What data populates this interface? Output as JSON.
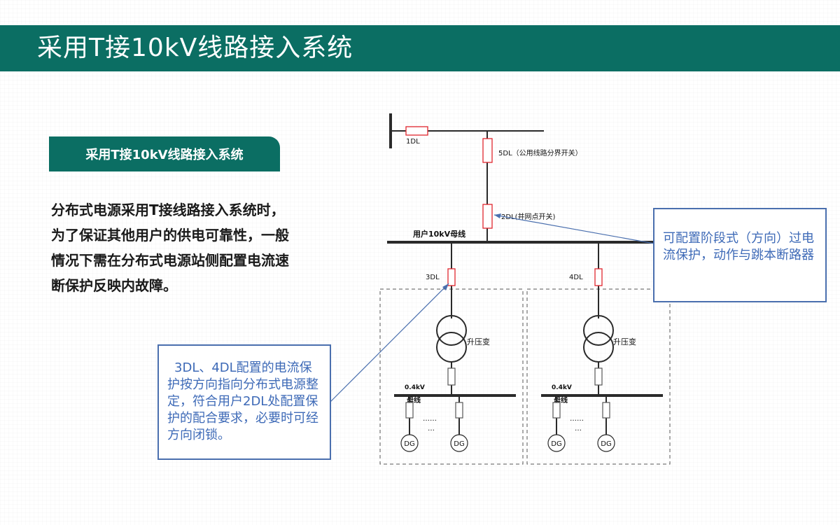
{
  "header": {
    "title": "采用T接10kV线路接入系统"
  },
  "section_tab": {
    "label": "采用T接10kV线路接入系统"
  },
  "body_text": "分布式电源采用T接线路接入系统时，为了保证其他用户的供电可靠性，一般情况下需在分布式电源站侧配置电流速断保护反映内故障。",
  "diagram": {
    "labels": {
      "breaker_1dl": "1DL",
      "breaker_5dl": "5DL（公用线路分界开关）",
      "breaker_2dl": "2DL(并网点开关)",
      "user_bus": "用户10kV母线",
      "breaker_3dl": "3DL",
      "breaker_4dl": "4DL",
      "transformer_left": "升压变",
      "transformer_right": "升压变",
      "lv_bus_left_voltage": "0.4kV",
      "lv_bus_left_name": "母线",
      "lv_bus_right_voltage": "0.4kV",
      "lv_bus_right_name": "母线",
      "ellipsis_dots": "……",
      "ellipsis_dots2": "…",
      "dg": "DG"
    },
    "colors": {
      "breaker_red": "#e0262e",
      "line": "#2a2a2a",
      "callout_blue": "#4a6fae",
      "brand_teal": "#0b6e63"
    }
  },
  "callouts": {
    "right": "可配置阶段式（方向）过电流保护，动作与跳本断路器",
    "left": "3DL、4DL配置的电流保护按方向指向分布式电源整定，符合用户2DL处配置保护的配合要求，必要时可经方向闭锁。"
  }
}
